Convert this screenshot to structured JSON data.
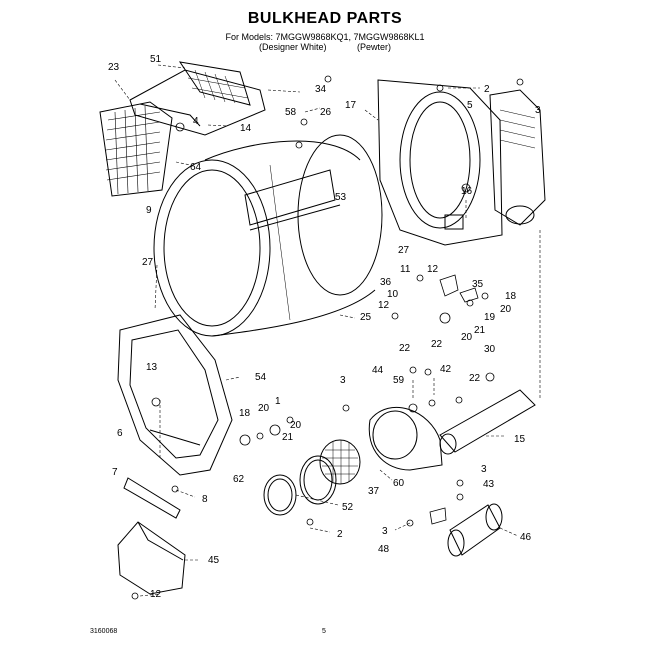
{
  "header": {
    "title": "BULKHEAD PARTS",
    "models_line": "For Models: 7MGGW9868KQ1, 7MGGW9868KL1",
    "color_left": "(Designer White)",
    "color_right": "(Pewter)"
  },
  "callouts": [
    {
      "id": "c23",
      "text": "23"
    },
    {
      "id": "c51",
      "text": "51"
    },
    {
      "id": "c34",
      "text": "34"
    },
    {
      "id": "c4",
      "text": "4"
    },
    {
      "id": "c58",
      "text": "58"
    },
    {
      "id": "c14",
      "text": "14"
    },
    {
      "id": "c26",
      "text": "26"
    },
    {
      "id": "c17",
      "text": "17"
    },
    {
      "id": "c2a",
      "text": "2"
    },
    {
      "id": "c5",
      "text": "5"
    },
    {
      "id": "c3a",
      "text": "3"
    },
    {
      "id": "c64",
      "text": "64"
    },
    {
      "id": "c9",
      "text": "9"
    },
    {
      "id": "c53",
      "text": "53"
    },
    {
      "id": "c16",
      "text": "16"
    },
    {
      "id": "c27a",
      "text": "27"
    },
    {
      "id": "c27b",
      "text": "27"
    },
    {
      "id": "c11",
      "text": "11"
    },
    {
      "id": "c12a",
      "text": "12"
    },
    {
      "id": "c36",
      "text": "36"
    },
    {
      "id": "c35",
      "text": "35"
    },
    {
      "id": "c10",
      "text": "10"
    },
    {
      "id": "c18a",
      "text": "18"
    },
    {
      "id": "c12b",
      "text": "12"
    },
    {
      "id": "c19",
      "text": "19"
    },
    {
      "id": "c20a",
      "text": "20"
    },
    {
      "id": "c21a",
      "text": "21"
    },
    {
      "id": "c25",
      "text": "25"
    },
    {
      "id": "c20b",
      "text": "20"
    },
    {
      "id": "c22a",
      "text": "22"
    },
    {
      "id": "c22b",
      "text": "22"
    },
    {
      "id": "c30",
      "text": "30"
    },
    {
      "id": "c13",
      "text": "13"
    },
    {
      "id": "c54",
      "text": "54"
    },
    {
      "id": "c42",
      "text": "42"
    },
    {
      "id": "c22c",
      "text": "22"
    },
    {
      "id": "c3b",
      "text": "3"
    },
    {
      "id": "c44",
      "text": "44"
    },
    {
      "id": "c59",
      "text": "59"
    },
    {
      "id": "c1",
      "text": "1"
    },
    {
      "id": "c18b",
      "text": "18"
    },
    {
      "id": "c20c",
      "text": "20"
    },
    {
      "id": "c20d",
      "text": "20"
    },
    {
      "id": "c21b",
      "text": "21"
    },
    {
      "id": "c6",
      "text": "6"
    },
    {
      "id": "c15",
      "text": "15"
    },
    {
      "id": "c7",
      "text": "7"
    },
    {
      "id": "c62",
      "text": "62"
    },
    {
      "id": "c37",
      "text": "37"
    },
    {
      "id": "c60",
      "text": "60"
    },
    {
      "id": "c8",
      "text": "8"
    },
    {
      "id": "c3c",
      "text": "3"
    },
    {
      "id": "c43",
      "text": "43"
    },
    {
      "id": "c52",
      "text": "52"
    },
    {
      "id": "c2b",
      "text": "2"
    },
    {
      "id": "c3d",
      "text": "3"
    },
    {
      "id": "c46",
      "text": "46"
    },
    {
      "id": "c48",
      "text": "48"
    },
    {
      "id": "c45",
      "text": "45"
    },
    {
      "id": "c12c",
      "text": "12"
    }
  ],
  "footer": {
    "code": "3160068",
    "page": "5"
  }
}
